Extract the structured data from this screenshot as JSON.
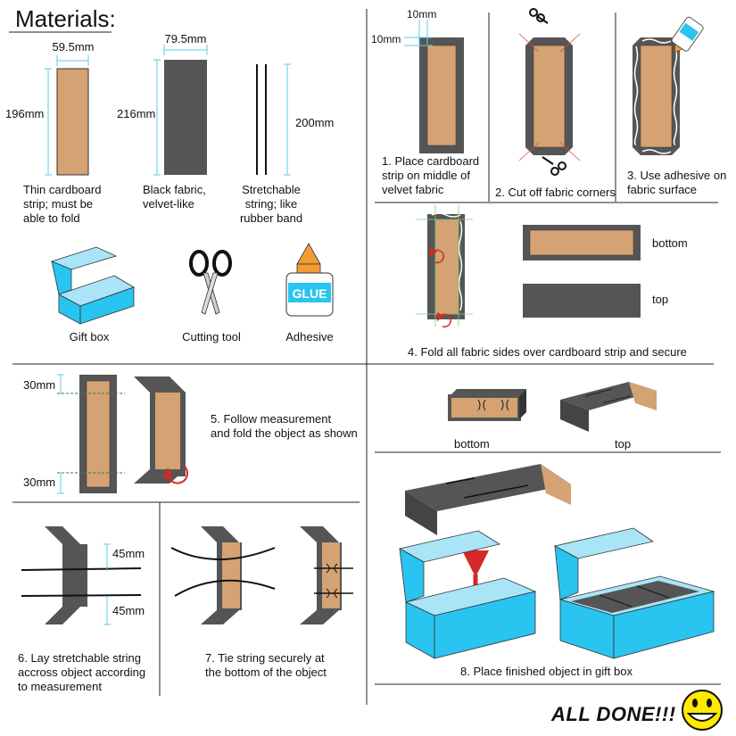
{
  "title": "Materials:",
  "materials": [
    {
      "dims": [
        "59.5mm",
        "196mm"
      ],
      "label": "Thin cardboard\nstrip; must be\nable to fold"
    },
    {
      "dims": [
        "79.5mm",
        "216mm"
      ],
      "label": "Black fabric,\nvelvet-like"
    },
    {
      "dims": [
        "200mm"
      ],
      "label": "Stretchable\nstring; like\nrubber band"
    }
  ],
  "tools": [
    {
      "label": "Gift box",
      "icon": "gift-box-icon"
    },
    {
      "label": "Cutting tool",
      "icon": "scissors-icon"
    },
    {
      "label": "Adhesive",
      "icon": "glue-bottle-icon",
      "bottle_text": "GLUE"
    }
  ],
  "steps": {
    "step1": {
      "dims": [
        "10mm",
        "10mm"
      ],
      "label": "1. Place cardboard\nstrip on middle of\nvelvet fabric"
    },
    "step2": {
      "label": "2. Cut off fabric corners"
    },
    "step3": {
      "label": "3. Use adhesive on\nfabric surface"
    },
    "step4": {
      "label": "4. Fold all fabric sides over cardboard strip and secure",
      "bottom": "bottom",
      "top": "top"
    },
    "step5": {
      "dims": [
        "30mm",
        "30mm"
      ],
      "label": "5. Follow measurement\nand fold the object as shown"
    },
    "step5b": {
      "bottom": "bottom",
      "top": "top"
    },
    "step6": {
      "dims": [
        "45mm",
        "45mm"
      ],
      "label": "6. Lay stretchable string\naccross object according\nto measurement"
    },
    "step7": {
      "label": "7. Tie string securely at\nthe bottom of the object"
    },
    "step8": {
      "label": "8. Place finished object in gift box"
    }
  },
  "done": "ALL DONE!!!",
  "colors": {
    "cardboard": "#d4a273",
    "fabric": "#555555",
    "box_blue": "#29c4f0",
    "box_light": "#a9e4f7",
    "arrow_red": "#d62828",
    "smiley": "#ffea00",
    "dim_line": "#5ecbe8"
  }
}
